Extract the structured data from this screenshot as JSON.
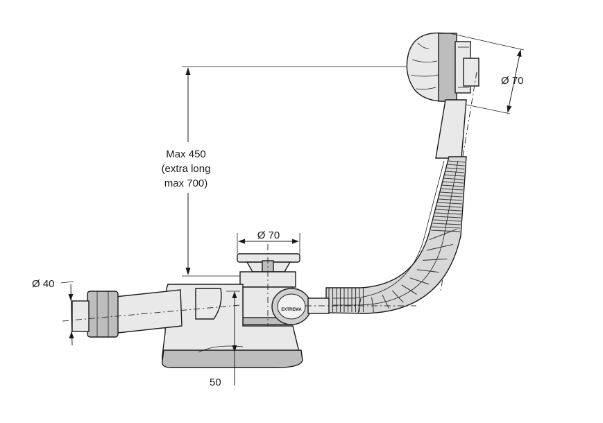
{
  "diagram": {
    "dim_height_line1": "Max 450",
    "dim_height_line2": "(extra long",
    "dim_height_line3": "max 700)",
    "dim_overflow_diameter": "Ø 70",
    "dim_waste_diameter": "Ø 70",
    "dim_outlet_diameter": "Ø 40",
    "dim_seal_depth": "50",
    "brand_label": "EXTREMA"
  },
  "colors": {
    "line": "#1a1a1a",
    "part_fill": "#e9e9e9",
    "part_dark": "#bdbdbd"
  }
}
